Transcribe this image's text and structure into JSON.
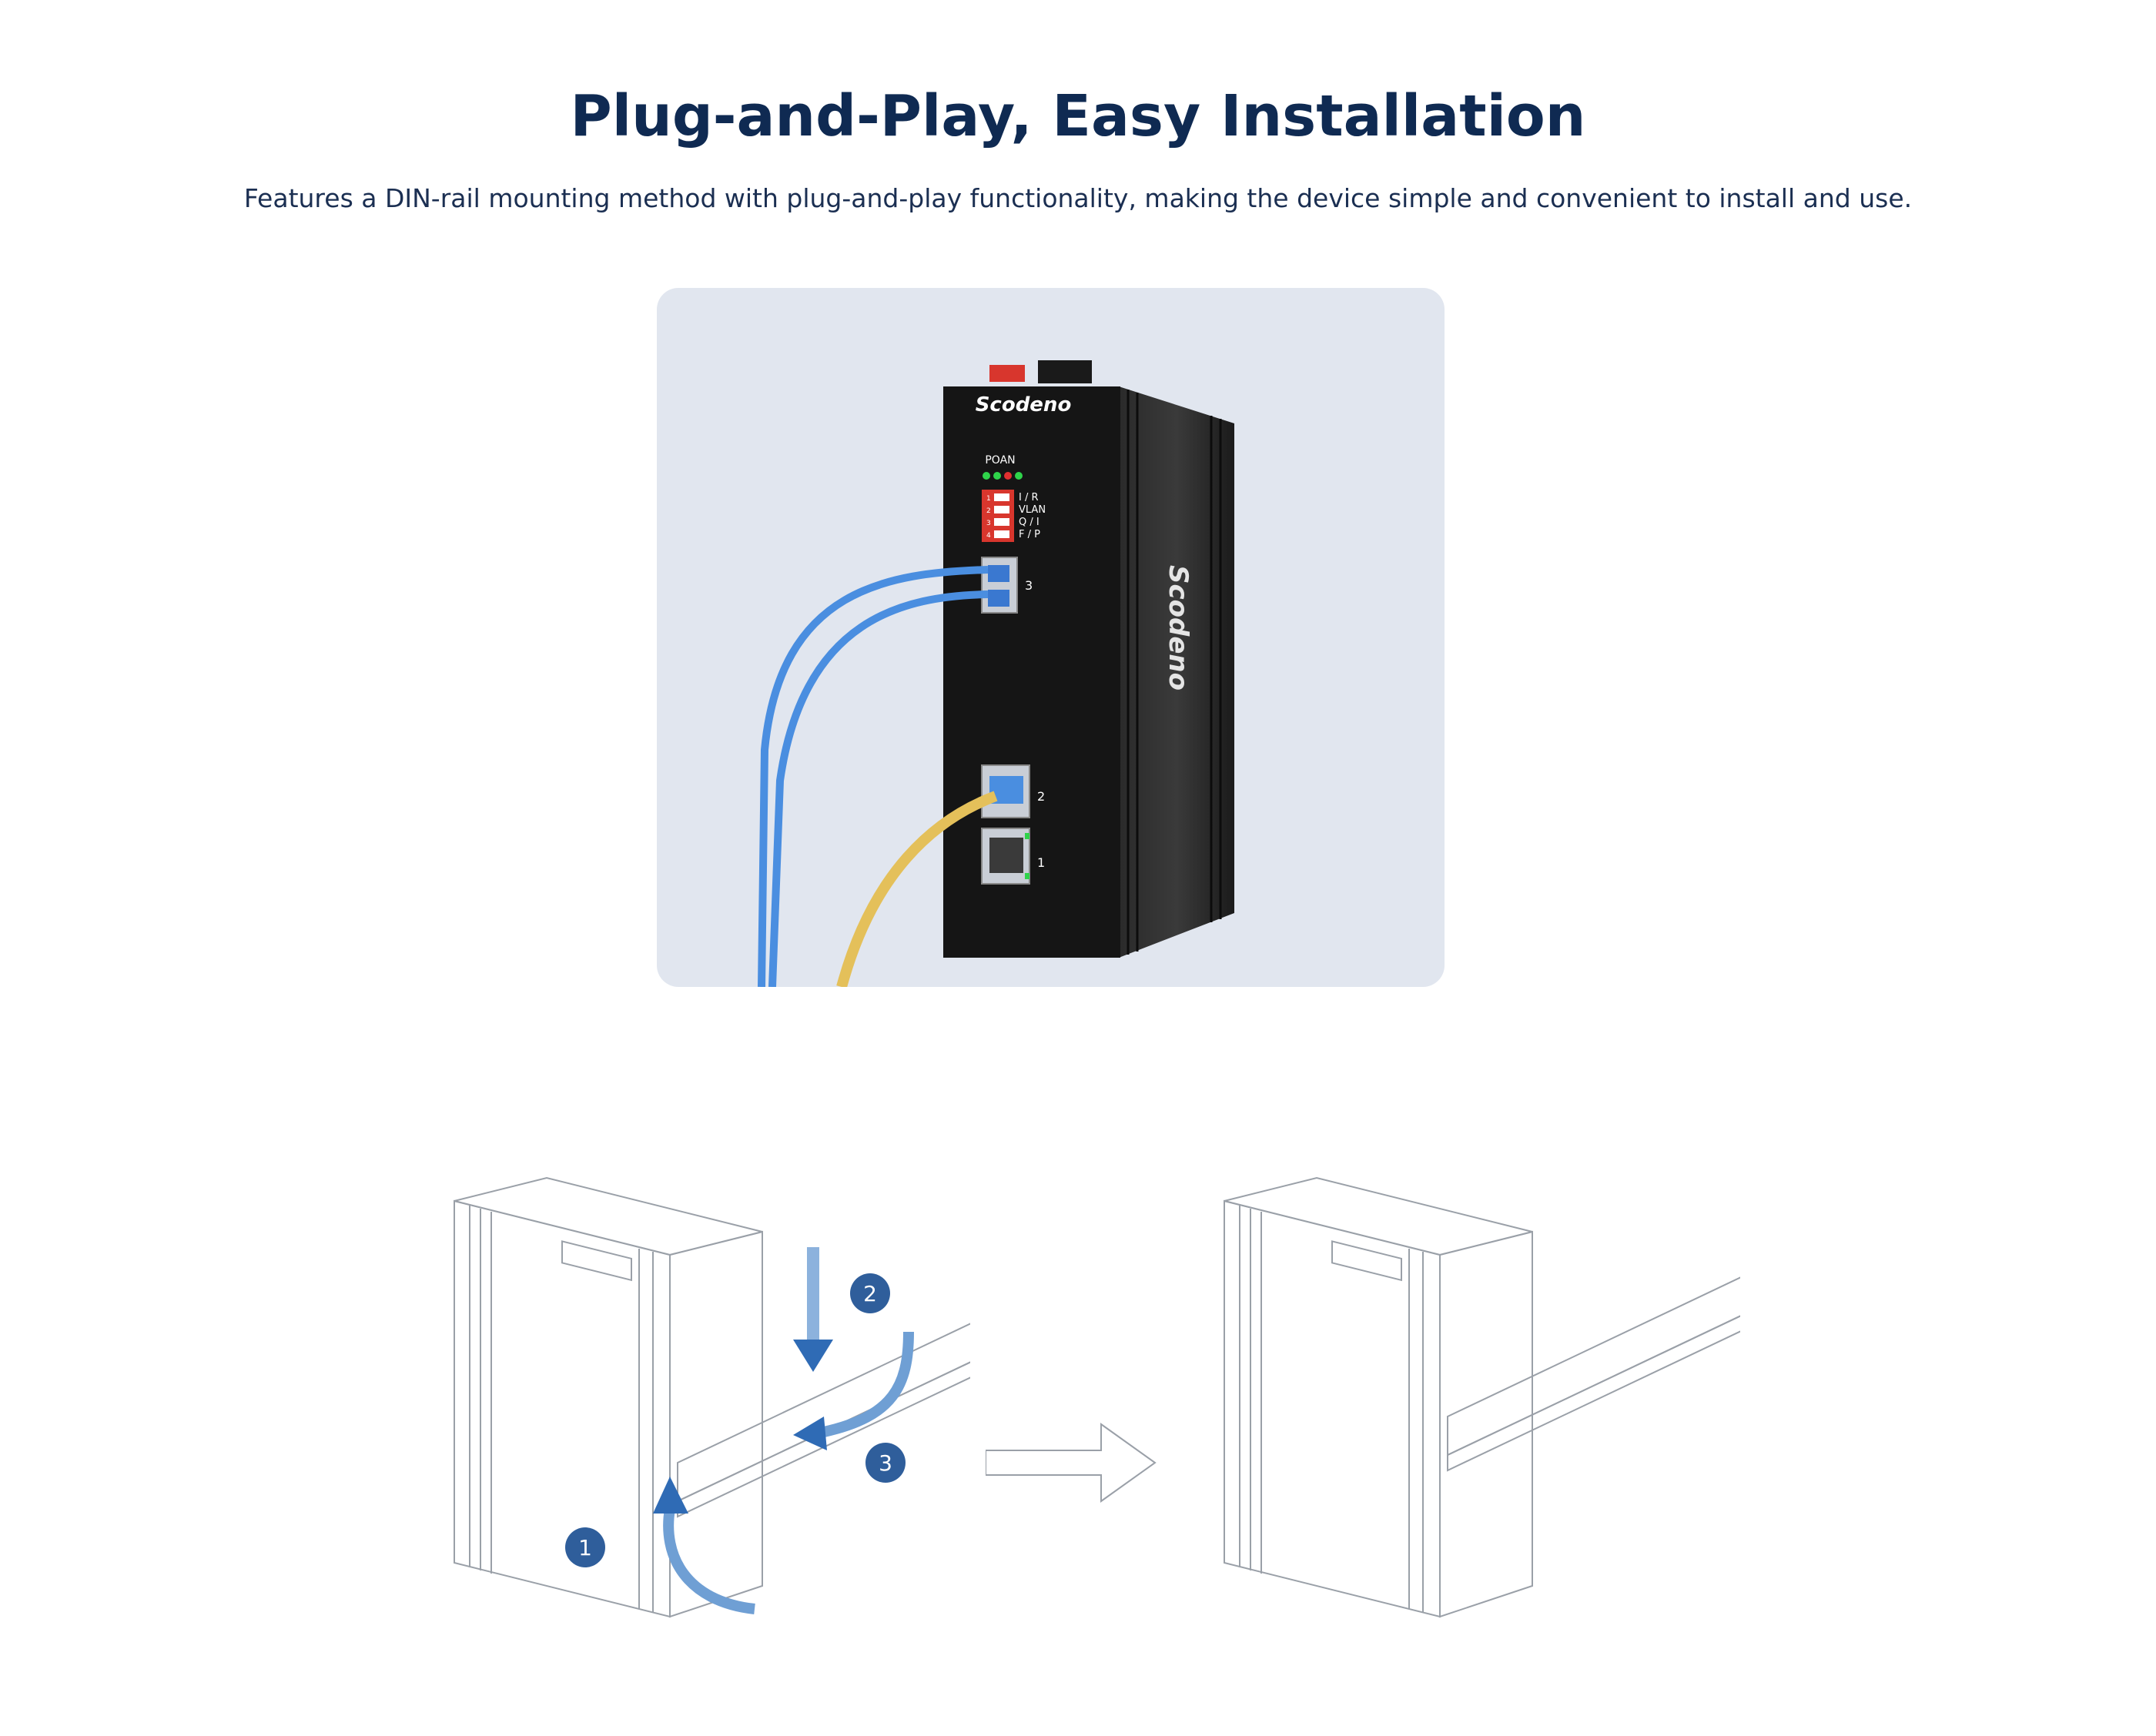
{
  "title": "Plug-and-Play, Easy Installation",
  "subtitle": "Features a DIN-rail mounting method with plug-and-play functionality, making the device simple and convenient to install and use.",
  "device": {
    "brand_front": "Scodeno",
    "brand_side": "Scodeno",
    "led_label": "POAN",
    "dip_labels": [
      "I / R",
      "VLAN",
      "Q / I",
      "F / P"
    ],
    "dip_numbers": [
      "1",
      "2",
      "3",
      "4"
    ],
    "port_labels": [
      "3",
      "2",
      "1"
    ]
  },
  "steps": [
    "1",
    "2",
    "3"
  ],
  "colors": {
    "title": "#0f2a52",
    "panel_bg": "#e1e6ef",
    "step_badge": "#2f5e9b",
    "fiber_cable": "#4a8ee0",
    "ethernet_cable": "#e4c05a",
    "device_body": "#151515"
  }
}
